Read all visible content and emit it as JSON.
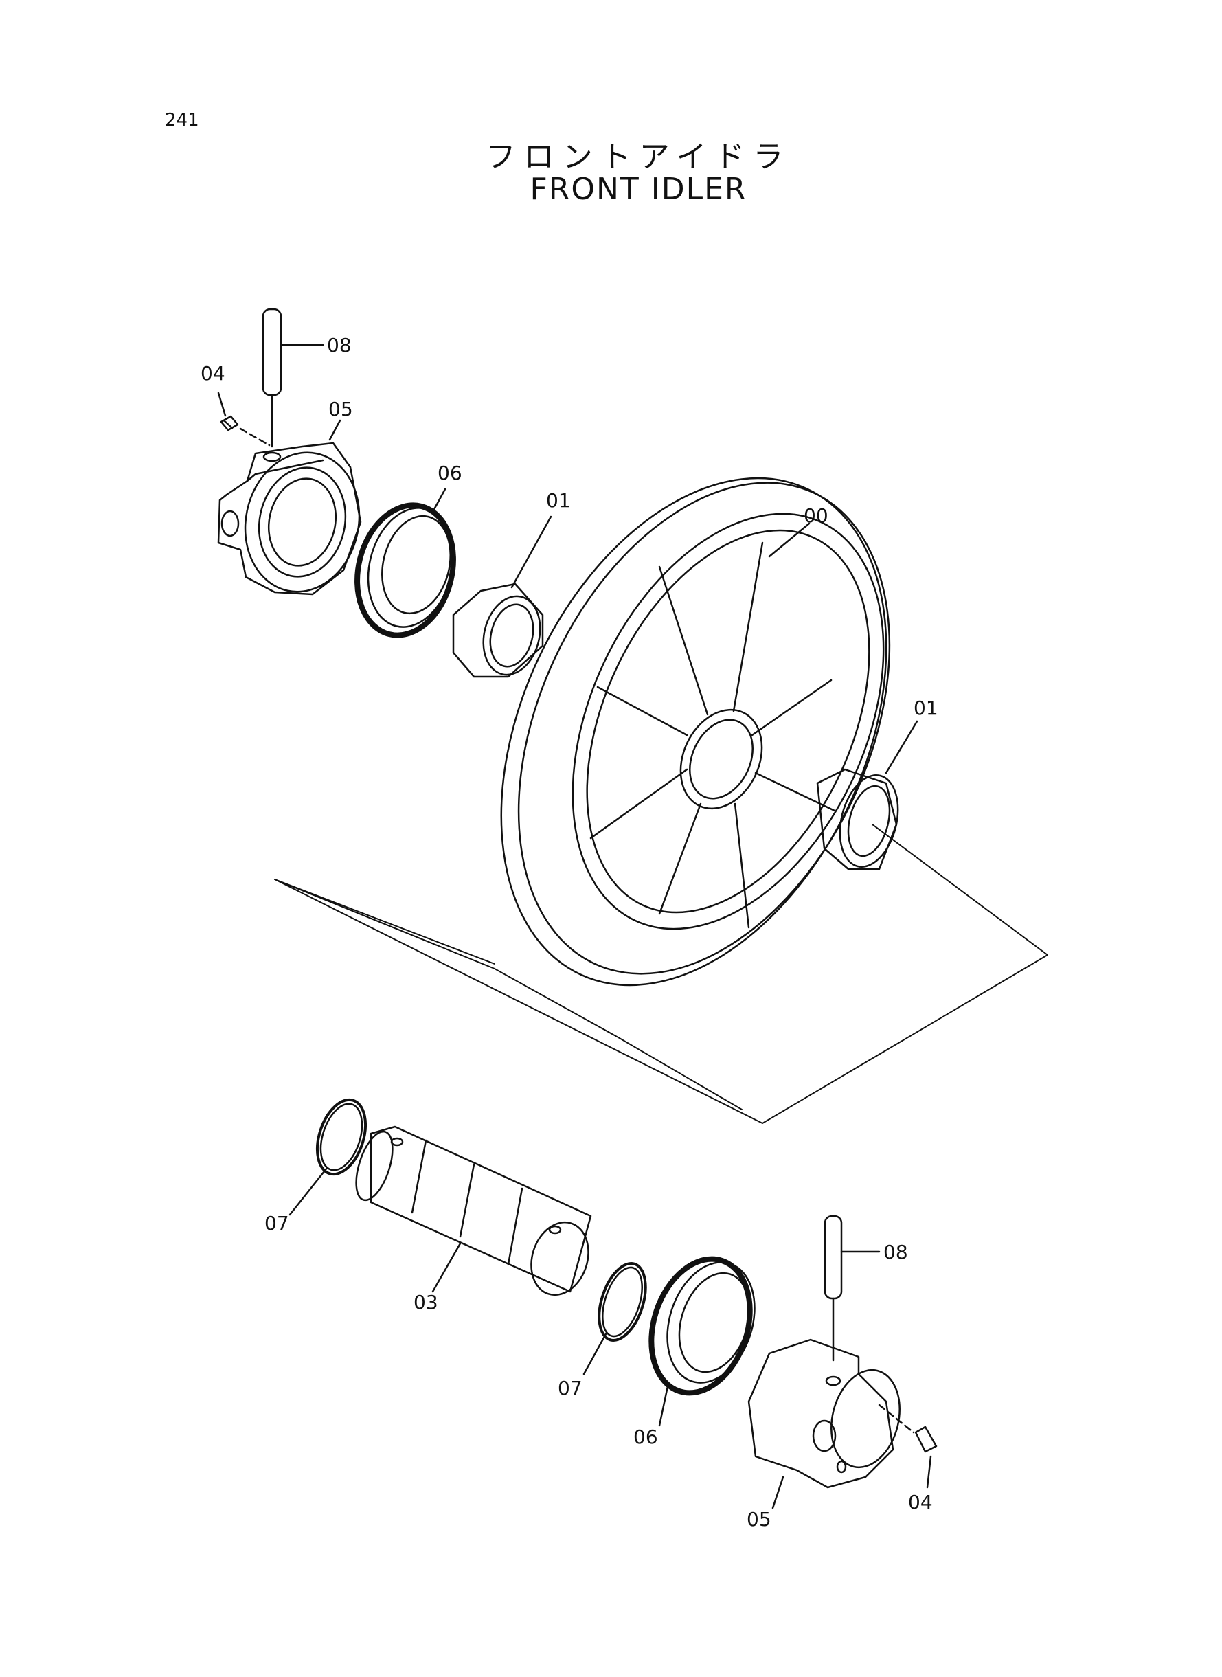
{
  "page": {
    "number": "241"
  },
  "title": {
    "japanese": "フロントアイドラ",
    "english": "FRONT IDLER"
  },
  "callouts": {
    "p00": "00",
    "p01a": "01",
    "p01b": "01",
    "p03": "03",
    "p04a": "04",
    "p04b": "04",
    "p05a": "05",
    "p05b": "05",
    "p06a": "06",
    "p06b": "06",
    "p07a": "07",
    "p07b": "07",
    "p08a": "08",
    "p08b": "08"
  }
}
